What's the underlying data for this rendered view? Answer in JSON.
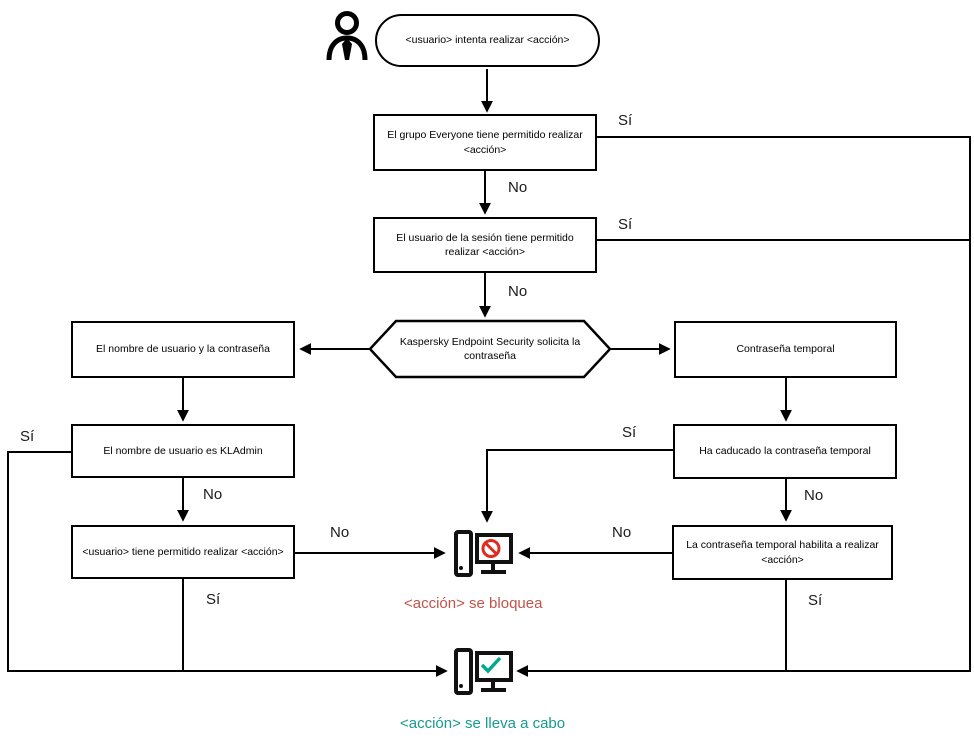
{
  "diagram": {
    "title_hint": "Kaspersky Endpoint Security password authorization flowchart",
    "start": {
      "label": "<usuario> intenta realizar <acción>"
    },
    "nodes": {
      "everyone": {
        "label": "El grupo Everyone tiene permitido realizar <acción>"
      },
      "session_user": {
        "label": "El usuario de la sesión tiene permitido realizar <acción>"
      },
      "kes_prompt": {
        "label": "Kaspersky Endpoint Security solicita la contraseña"
      },
      "username_password": {
        "label": "El nombre de usuario y la contraseña"
      },
      "username_kladmin": {
        "label": "El nombre de usuario es KLAdmin"
      },
      "user_allowed": {
        "label": "<usuario> tiene permitido realizar <acción>"
      },
      "temp_password": {
        "label": "Contraseña temporal"
      },
      "temp_password_expired": {
        "label": "Ha caducado la contraseña temporal"
      },
      "temp_password_allows": {
        "label": "La contraseña temporal habilita a realizar <acción>"
      }
    },
    "labels": {
      "yes": "Sí",
      "no": "No"
    },
    "outcomes": {
      "blocked": {
        "label": "<acción> se bloquea",
        "color": "#c0544a"
      },
      "performed": {
        "label": "<acción> se lleva a cabo",
        "color": "#189a90"
      }
    },
    "icons": {
      "actor": "person-icon",
      "blocked": "computer-blocked-icon",
      "performed": "computer-check-icon"
    },
    "colors": {
      "line": "#000000",
      "node_border": "#000000",
      "node_background": "#ffffff",
      "blocked_badge": "#e02b20",
      "performed_badge": "#00a88e"
    }
  }
}
